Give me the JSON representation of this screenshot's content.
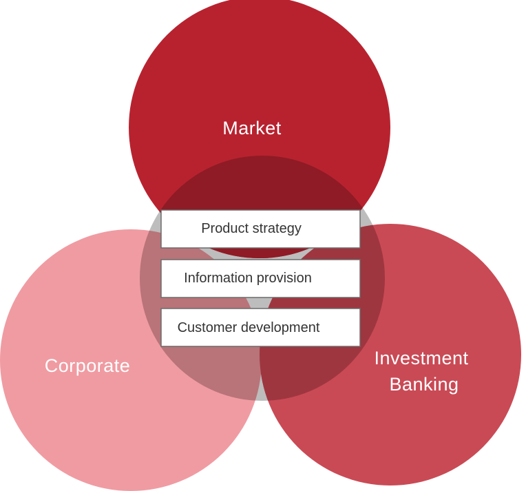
{
  "circles": {
    "market": {
      "label": "Market",
      "color": "#b8222f"
    },
    "corporate": {
      "label": "Corporate",
      "color": "#f09ba2"
    },
    "investment_banking": {
      "label_line1": "Investment",
      "label_line2": "Banking",
      "color": "#c94a55"
    }
  },
  "center": {
    "color": "#bdbdbd"
  },
  "boxes": [
    {
      "label": "Product strategy"
    },
    {
      "label": "Information provision"
    },
    {
      "label": "Customer development"
    }
  ]
}
